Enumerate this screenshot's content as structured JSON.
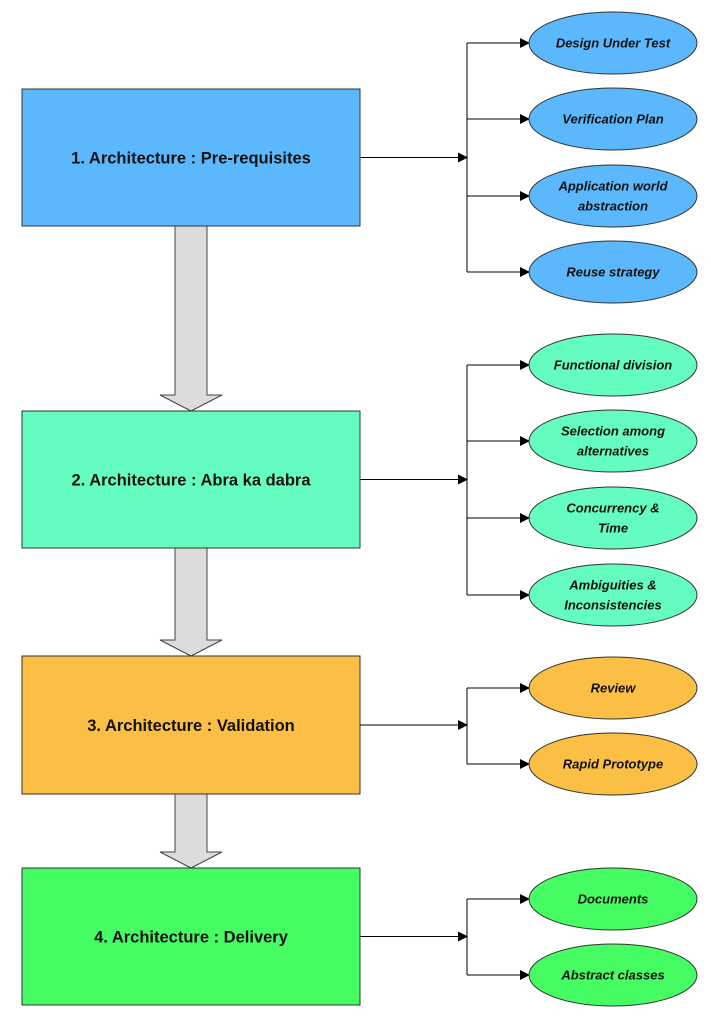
{
  "colors": {
    "stage1": "#5cb8fd",
    "stage2": "#65fdbf",
    "stage3": "#fbbf45",
    "stage4": "#45fd62",
    "arrow_fill": "#dcdcdc",
    "line": "#000000"
  },
  "stages": [
    {
      "label": "1. Architecture : Pre-requisites",
      "items": [
        [
          "Design Under Test"
        ],
        [
          "Verification Plan"
        ],
        [
          "Application world",
          "abstraction"
        ],
        [
          "Reuse strategy"
        ]
      ]
    },
    {
      "label": "2. Architecture : Abra ka dabra",
      "items": [
        [
          "Functional division"
        ],
        [
          "Selection among",
          "alternatives"
        ],
        [
          "Concurrency &",
          "Time"
        ],
        [
          "Ambiguities &",
          "Inconsistencies"
        ]
      ]
    },
    {
      "label": "3. Architecture : Validation",
      "items": [
        [
          "Review"
        ],
        [
          "Rapid Prototype"
        ]
      ]
    },
    {
      "label": "4. Architecture : Delivery",
      "items": [
        [
          "Documents"
        ],
        [
          "Abstract classes"
        ]
      ]
    }
  ]
}
